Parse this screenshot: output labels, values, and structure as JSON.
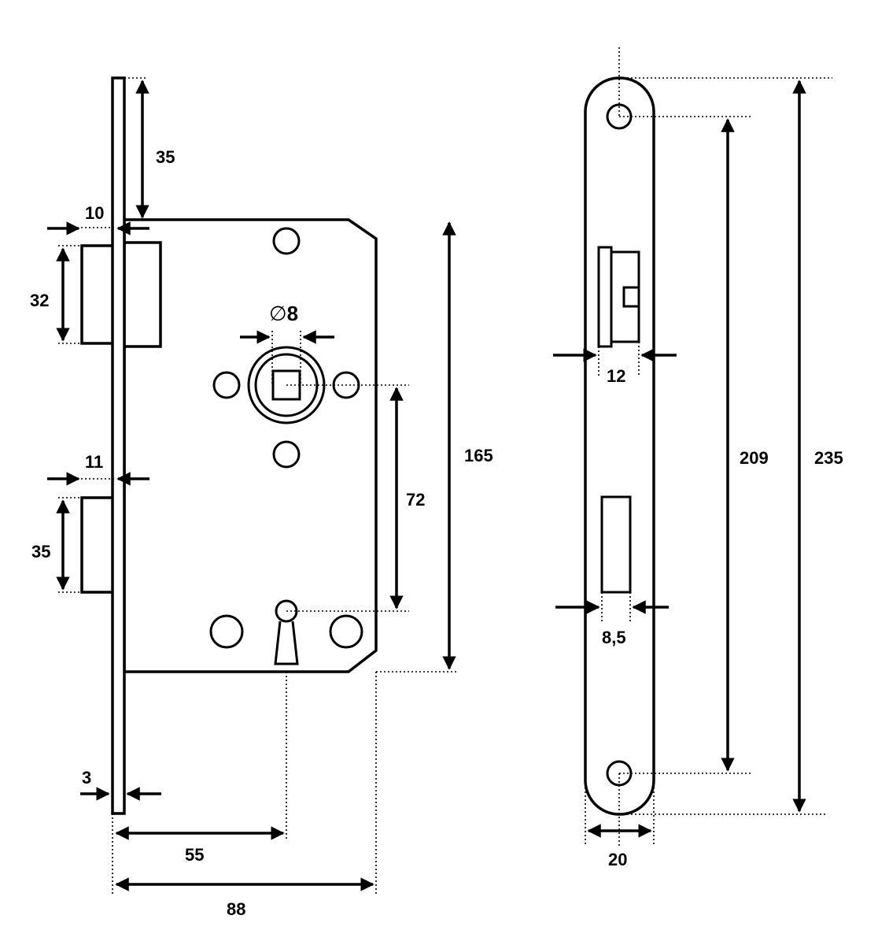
{
  "diagram": {
    "stroke_color": "#000000",
    "background_color": "#ffffff",
    "lock_body": {
      "dimensions": {
        "top_offset": "35",
        "faceplate_to_latch": "10",
        "latch_height": "32",
        "spindle_diameter": "8",
        "spindle_symbol": "∅",
        "faceplate_to_bolt": "11",
        "bolt_height": "35",
        "faceplate_thickness": "3",
        "backset": "55",
        "body_depth": "88",
        "spindle_to_keyhole": "72",
        "body_height": "165"
      }
    },
    "strike_plate": {
      "dimensions": {
        "latch_opening_width": "12",
        "bolt_opening_width": "8,5",
        "hole_spacing": "209",
        "plate_length": "235",
        "plate_width": "20"
      }
    }
  }
}
